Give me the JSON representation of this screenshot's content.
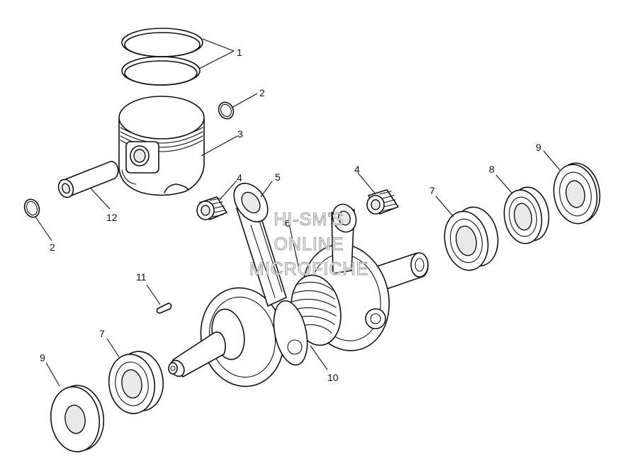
{
  "callouts": {
    "piston_rings": "1",
    "circlip_right": "2",
    "circlip_left": "2",
    "piston": "3",
    "needle_bearing_left": "4",
    "needle_bearing_right": "4",
    "connecting_rod": "5",
    "labyrinth_seal": "6",
    "bearing_left": "7",
    "bearing_right": "7",
    "seal_ring": "8",
    "oil_seal_left": "9",
    "oil_seal_right": "9",
    "crankshaft": "10",
    "woodruff_key": "11",
    "piston_pin": "12"
  },
  "watermark": {
    "line1": "HI-SM'S",
    "line2": "ONLINE",
    "line3": "MICROFICHE"
  }
}
